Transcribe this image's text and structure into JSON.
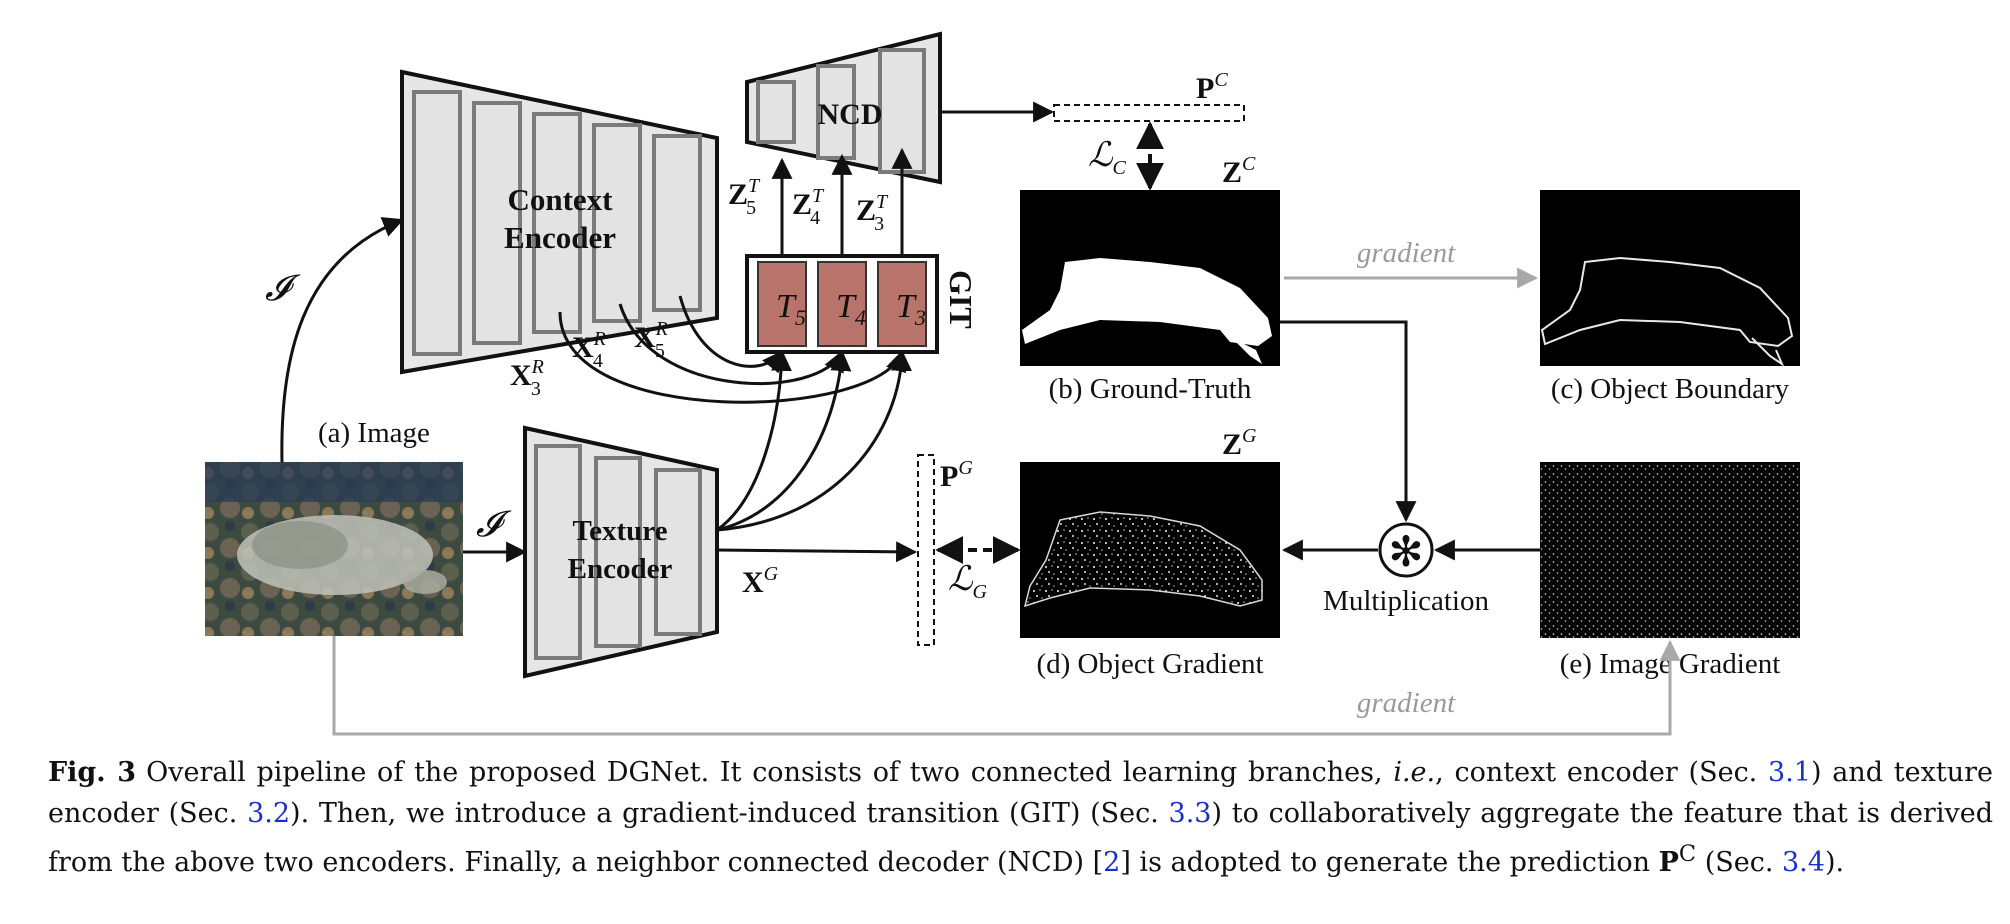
{
  "nodes": {
    "context_encoder": {
      "line1": "Context",
      "line2": "Encoder"
    },
    "texture_encoder": {
      "line1": "Texture",
      "line2": "Encoder"
    },
    "ncd": "NCD",
    "git": "GIT",
    "git_blocks": [
      {
        "base": "T",
        "sub": "5"
      },
      {
        "base": "T",
        "sub": "4"
      },
      {
        "base": "T",
        "sub": "3"
      }
    ]
  },
  "symbols": {
    "input_i": "𝓘",
    "x3r": {
      "base": "X",
      "sub": "3",
      "sup": "R"
    },
    "x4r": {
      "base": "X",
      "sub": "4",
      "sup": "R"
    },
    "x5r": {
      "base": "X",
      "sub": "5",
      "sup": "R"
    },
    "z5t": {
      "base": "Z",
      "sub": "5",
      "sup": "T"
    },
    "z4t": {
      "base": "Z",
      "sub": "4",
      "sup": "T"
    },
    "z3t": {
      "base": "Z",
      "sub": "3",
      "sup": "T"
    },
    "xg": {
      "base": "X",
      "sup": "G"
    },
    "pc": {
      "base": "P",
      "sup": "C"
    },
    "pg": {
      "base": "P",
      "sup": "G"
    },
    "zc": {
      "base": "Z",
      "sup": "C"
    },
    "zg": {
      "base": "Z",
      "sup": "G"
    },
    "lc": {
      "base": "ℒ",
      "sub": "C"
    },
    "lg": {
      "base": "ℒ",
      "sub": "G"
    },
    "mult_symbol": "✻"
  },
  "panels": {
    "image": "(a) Image",
    "ground_truth": "(b) Ground-Truth",
    "object_boundary": "(c) Object Boundary",
    "object_gradient": "(d) Object Gradient",
    "image_gradient": "(e) Image Gradient"
  },
  "labels": {
    "gradient_top": "gradient",
    "gradient_bottom": "gradient",
    "multiplication": "Multiplication"
  },
  "colors": {
    "git_block": "#b8736a",
    "encoder_fill": "#e6e6e6",
    "gray_arrow": "#a8a8a8"
  },
  "caption": {
    "tag": "Fig. 3",
    "t1": "Overall pipeline of the proposed DGNet. It consists of two connected learning branches, ",
    "ie": "i.e.",
    "t2": ", context encoder (Sec. ",
    "ref1": "3.1",
    "t3": ") and texture encoder (Sec. ",
    "ref2": "3.2",
    "t4": "). Then, we introduce a gradient-induced transition (GIT) (Sec. ",
    "ref3": "3.3",
    "t5": ") to collaboratively aggregate the feature that is derived from the above two encoders. Finally, a neighbor connected decoder (NCD) [",
    "ref4": "2",
    "t6": "] is adopted to generate the prediction ",
    "sym_base": "P",
    "sym_sup": "C",
    "t7": " (Sec. ",
    "ref5": "3.4",
    "t8": ")."
  }
}
